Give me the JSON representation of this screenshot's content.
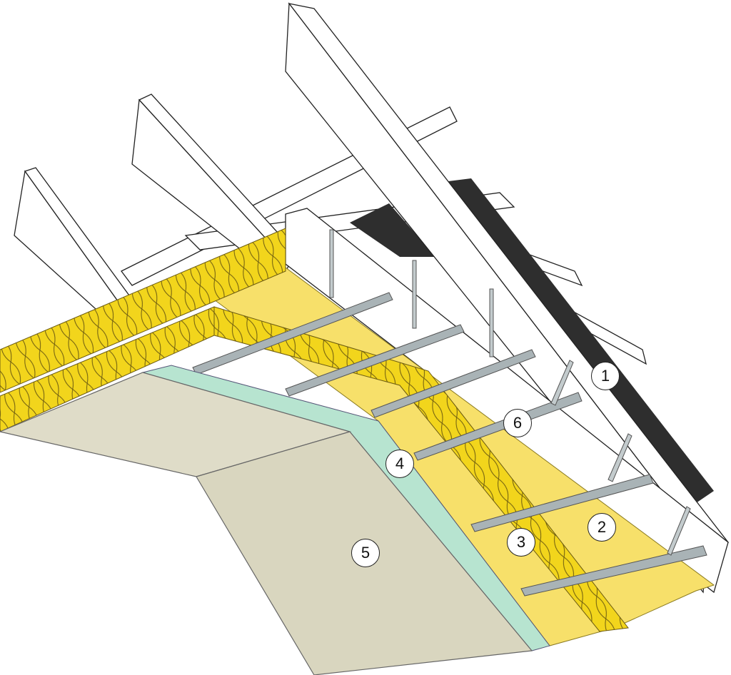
{
  "diagram": {
    "callouts": [
      {
        "label": "1"
      },
      {
        "label": "2"
      },
      {
        "label": "3"
      },
      {
        "label": "4"
      },
      {
        "label": "5"
      },
      {
        "label": "6"
      }
    ],
    "colors": {
      "insulation": "#f2d51c",
      "insulation_board": "#f7e06a",
      "green_board": "#b7e4d0",
      "plasterboard": "#dddac4",
      "membrane": "#2e2e2e",
      "channel": "#a9b3b6",
      "timber": "#ffffff"
    }
  }
}
